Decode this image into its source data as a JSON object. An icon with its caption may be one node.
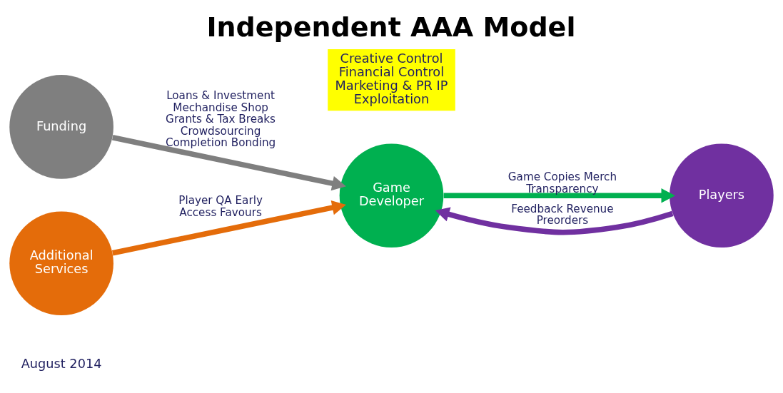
{
  "diagram": {
    "title": "Independent AAA Model",
    "nodes": [
      {
        "text": [
          "Funding"
        ]
      },
      {
        "text": [
          "Additional Services"
        ]
      },
      {
        "text": [
          "Game Developer"
        ]
      },
      {
        "text": [
          "Players"
        ]
      },
      {
        "text": [
          "Creative Control Financial Control Marketing & PR IP Exploitation"
        ]
      }
    ],
    "edges": [
      {
        "from": 0,
        "to": 2,
        "arrow": "to",
        "label": "Loans & Investment Mechandise Shop Grants & Tax Breaks Crowdsourcing Completion Bonding",
        "color": "#7f7f7f"
      },
      {
        "from": 1,
        "to": 2,
        "arrow": "to",
        "label": "Player QA Early Access Favours",
        "color": "#e46c0a"
      },
      {
        "from": 2,
        "to": 3,
        "arrow": "to",
        "label": "Game Copies Merch Transparency",
        "color": "#00b050"
      },
      {
        "from": 3,
        "to": 2,
        "arrow": "to",
        "label": "Feedback Revenue Preorders",
        "color": "#7030a0"
      }
    ],
    "labels": [
      "August 2014"
    ]
  }
}
